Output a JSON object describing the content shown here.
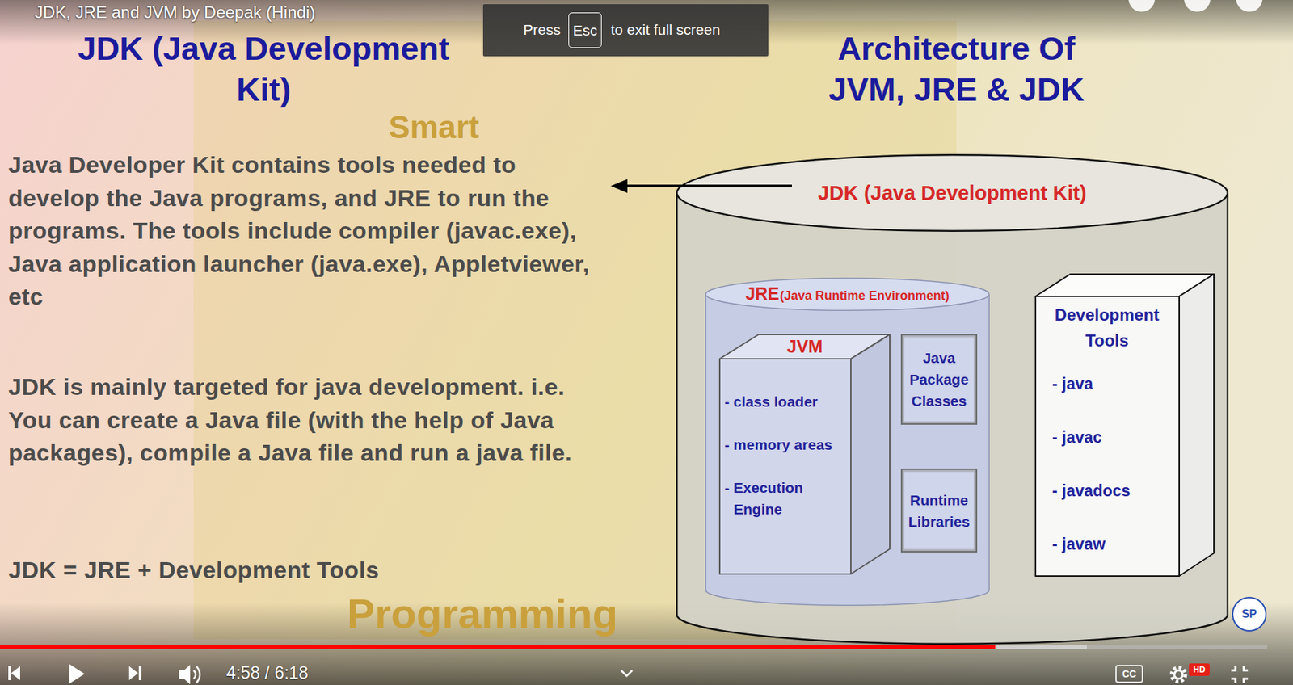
{
  "diagram": {
    "title": "Architecture Of JVM, JRE & JDK",
    "nodes": [
      {
        "text": [
          "JDK (Java Development Kit)"
        ]
      },
      {
        "text": [
          "JRE",
          "(Java Runtime Environment)"
        ],
        "in": 0
      },
      {
        "text": [
          "JVM",
          "- class loader",
          "- memory areas",
          "- Execution Engine"
        ],
        "in": 1
      },
      {
        "text": [
          "Java Package Classes"
        ],
        "in": 1
      },
      {
        "text": [
          "Runtime Libraries"
        ],
        "in": 1
      },
      {
        "text": [
          "Development Tools",
          "- java",
          "- javac",
          "- javadocs",
          "- javaw"
        ],
        "in": 0
      }
    ],
    "labels": [
      "JDK, JRE and JVM by Deepak (Hindi)",
      "Press",
      "Esc",
      "to exit full screen",
      "JDK (Java Development Kit)",
      "Java Developer Kit contains tools needed to develop the Java programs, and JRE to run the programs. The tools include compiler (javac.exe), Java application launcher (java.exe), Appletviewer, etc",
      "JDK is mainly targeted for java development. i.e. You can create a Java file (with the help of Java packages), compile a Java file and run a java file.",
      "JDK = JRE + Development Tools",
      "Smart",
      "Programming",
      "4:58 / 6:18",
      "CC",
      "HD",
      "SP"
    ]
  }
}
